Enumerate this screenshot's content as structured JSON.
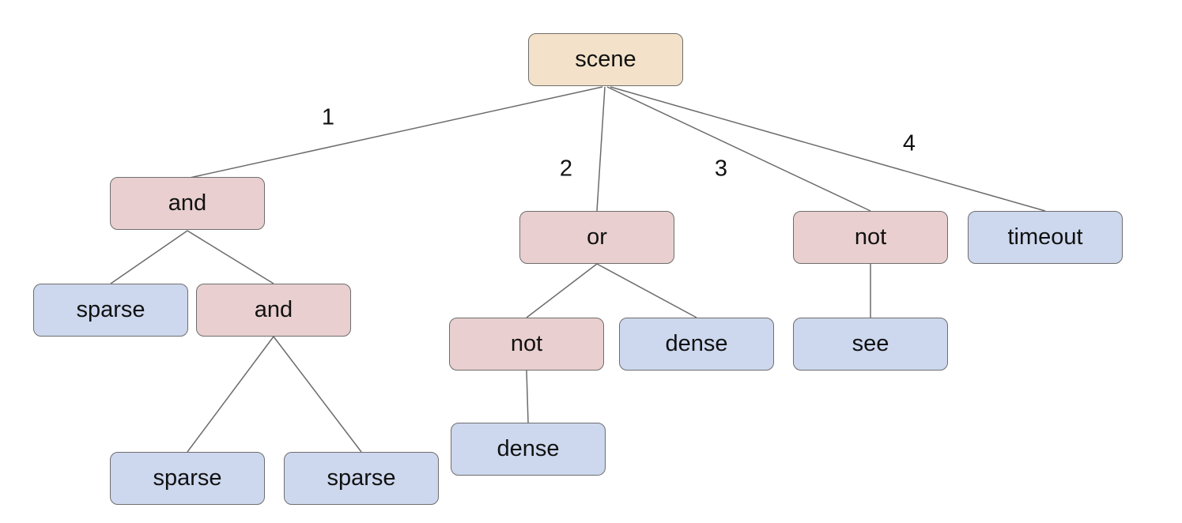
{
  "colors": {
    "background": "#ffffff",
    "root_fill": "#f3e2c9",
    "operator_fill": "#e9cfcf",
    "leaf_fill": "#cdd8ee",
    "node_border": "#6e6e6e",
    "edge_line": "#6b6b6b",
    "text": "#111111"
  },
  "tree": {
    "root": {
      "label": "scene",
      "children": [
        {
          "edge_label": "1",
          "label": "and",
          "children": [
            {
              "label": "sparse",
              "children": []
            },
            {
              "label": "and",
              "children": [
                {
                  "label": "sparse",
                  "children": []
                },
                {
                  "label": "sparse",
                  "children": []
                }
              ]
            }
          ]
        },
        {
          "edge_label": "2",
          "label": "or",
          "children": [
            {
              "label": "not",
              "children": [
                {
                  "label": "dense",
                  "children": []
                }
              ]
            },
            {
              "label": "dense",
              "children": []
            }
          ]
        },
        {
          "edge_label": "3",
          "label": "not",
          "children": [
            {
              "label": "see",
              "children": []
            }
          ]
        },
        {
          "edge_label": "4",
          "label": "timeout",
          "children": []
        }
      ]
    }
  }
}
